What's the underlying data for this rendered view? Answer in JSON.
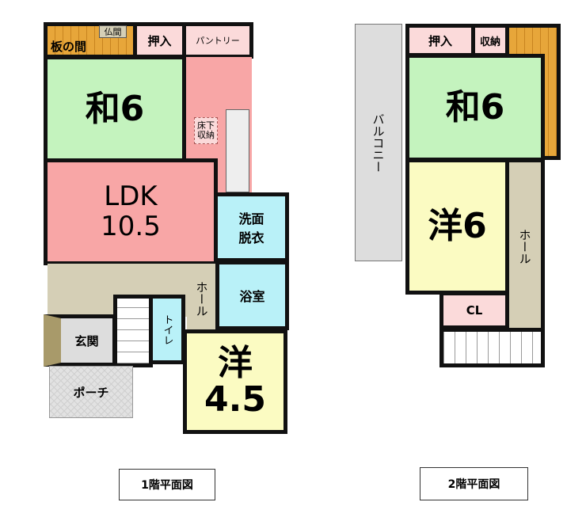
{
  "floor1": {
    "caption": "1階平面図",
    "rooms": {
      "itanoma": "板の間",
      "butsuma": "仏間",
      "oshiire": "押入",
      "pantry": "パントリー",
      "washitsu": "和6",
      "yukashita": "床下収納",
      "ldk_name": "LDK",
      "ldk_size": "10.5",
      "senmen": "洗面脱衣",
      "yokushitsu": "浴室",
      "hall": "ホール",
      "toilet": "トイレ",
      "genkan": "玄関",
      "porch": "ポーチ",
      "youshitsu_name": "洋",
      "youshitsu_size": "4.5"
    }
  },
  "floor2": {
    "caption": "2階平面図",
    "rooms": {
      "balcony": "バルコニー",
      "oshiire": "押入",
      "shuno": "収納",
      "washitsu": "和6",
      "youshitsu": "洋6",
      "hall": "ホール",
      "closet": "CL"
    }
  },
  "colors": {
    "washitsu": "#c4f3be",
    "ldk": "#f8a6a6",
    "water": "#b9f1f8",
    "youshitsu": "#fbfbc2",
    "hall": "#d5cfb6",
    "wood": "#e7a63a"
  }
}
